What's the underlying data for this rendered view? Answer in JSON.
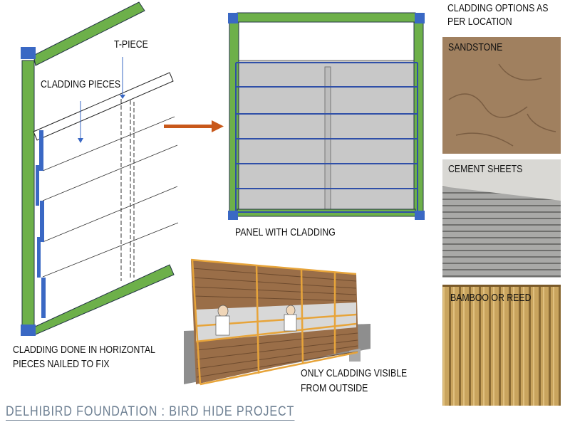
{
  "labels": {
    "t_piece": "T-PIECE",
    "cladding_pieces": "CLADDING PIECES",
    "panel_with_cladding": "PANEL WITH CLADDING",
    "options_title_1": "CLADDING OPTIONS AS",
    "options_title_2": "PER LOCATION",
    "done_1": "CLADDING DONE IN HORIZONTAL",
    "done_2": "PIECES NAILED TO FIX",
    "visible_1": "ONLY CLADDING VISIBLE",
    "visible_2": "FROM OUTSIDE"
  },
  "options": [
    {
      "label": "SANDSTONE",
      "color": "#a0805f"
    },
    {
      "label": "CEMENT SHEETS",
      "color": "#9a9a98"
    },
    {
      "label": "BAMBOO OR REED",
      "color": "#c9a45e"
    }
  ],
  "footer": "DELHIBIRD FOUNDATION : BIRD HIDE PROJECT",
  "colors": {
    "frame": "#6db04a",
    "joint": "#3a68c4",
    "arrow": "#c8581a",
    "wood": "#9a6e48",
    "timber": "#e7a43a"
  }
}
